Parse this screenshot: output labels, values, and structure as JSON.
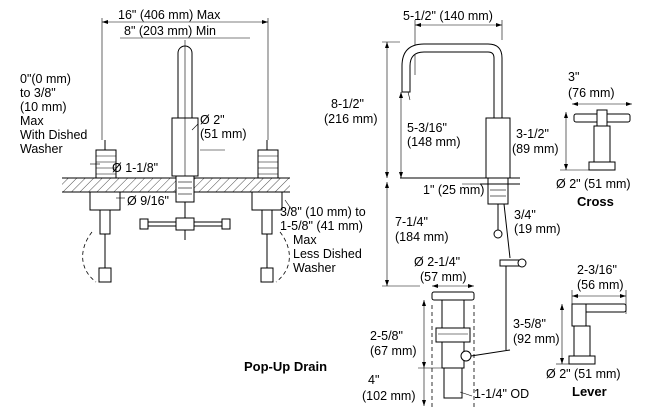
{
  "dimensions": {
    "spread": "16\" (406 mm) Max",
    "spread_min": "8\" (203 mm) Min",
    "deck_line1": "0\"(0 mm)",
    "deck_line2": "to 3/8\"",
    "deck_line3": "(10 mm)",
    "deck_line4": "Max",
    "deck_line5": "With Dished",
    "deck_line6": "Washer",
    "hole_diameter": "Ø 1-1/8\"",
    "thread_diameter": "Ø 9/16\"",
    "spout_base_diameter": "Ø 2\"",
    "spout_base_diameter_mm": "(51 mm)",
    "spout_reach": "5-1/2\" (140 mm)",
    "spout_height": "8-1/2\"",
    "spout_height_mm": "(216 mm)",
    "spout_clearance": "5-3/16\"",
    "spout_clearance_mm": "(148 mm)",
    "handle_height": "3-1/2\"",
    "handle_height_mm": "(89 mm)",
    "handle_width": "3\"",
    "handle_width_mm": "(76 mm)",
    "cross_base_diameter": "Ø 2\" (51 mm)",
    "base_offset": "1\" (25 mm)",
    "shank_length": "7-1/4\"",
    "shank_length_mm": "(184 mm)",
    "shank_depth": "3/4\"",
    "shank_depth_mm": "(19 mm)",
    "thickness_line1": "3/8\" (10 mm) to",
    "thickness_line2": "1-5/8\" (41 mm)",
    "thickness_line3": "Max",
    "thickness_line4": "Less Dished",
    "thickness_line5": "Washer",
    "drain_flange_diameter": "Ø 2-1/4\"",
    "drain_flange_diameter_mm": "(57 mm)",
    "drain_body_length": "2-5/8\"",
    "drain_body_length_mm": "(67 mm)",
    "drain_tail_length": "4\"",
    "drain_tail_length_mm": "(102 mm)",
    "tailpiece_od": "1-1/4\" OD",
    "lever_reach": "2-3/16\"",
    "lever_reach_mm": "(56 mm)",
    "lever_height": "3-5/8\"",
    "lever_height_mm": "(92 mm)",
    "lever_base_diameter": "Ø 2\" (51 mm)"
  },
  "captions": {
    "cross": "Cross",
    "lever": "Lever",
    "drain": "Pop-Up Drain"
  }
}
